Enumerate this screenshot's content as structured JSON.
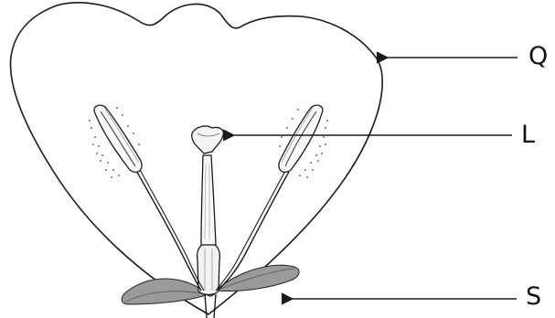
{
  "labels": {
    "q": "Q",
    "l": "L",
    "s": "S"
  },
  "colors": {
    "outline": "#1a1a1a",
    "leaf_fill": "#9a9a9a",
    "background": "#ffffff"
  }
}
